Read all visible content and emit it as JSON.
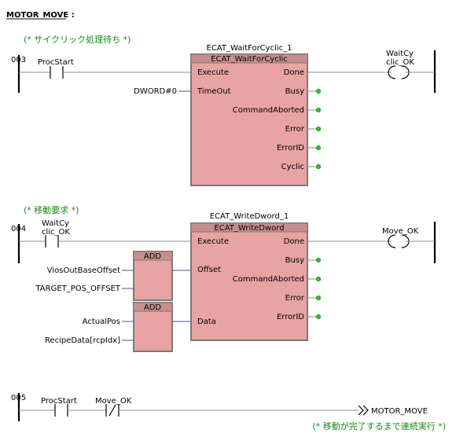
{
  "program_title": "MOTOR_MOVE :",
  "rungs": [
    {
      "number": "003",
      "comment": "(* サイクリック処理待ち *)",
      "contact": "ProcStart",
      "fb": {
        "instance": "ECAT_WaitForCyclic_1",
        "type": "ECAT_WaitForCyclic",
        "inputs": [
          "Execute",
          "TimeOut"
        ],
        "outputs": [
          "Done",
          "Busy",
          "CommandAborted",
          "Error",
          "ErrorID",
          "Cyclic"
        ],
        "timeout_value": "DWORD#0"
      },
      "coil": "WaitCy\nclic_OK"
    },
    {
      "number": "004",
      "comment": "(* 移動要求 *)",
      "contact": "WaitCy\nclic_OK",
      "fb": {
        "instance": "ECAT_WriteDword_1",
        "type": "ECAT_WriteDword",
        "inputs": [
          "Execute",
          "Offset",
          "Data"
        ],
        "outputs": [
          "Done",
          "Busy",
          "CommandAborted",
          "Error",
          "ErrorID"
        ]
      },
      "add_blocks": [
        {
          "label": "ADD",
          "inputs": [
            "ViosOutBaseOffset",
            "TARGET_POS_OFFSET"
          ]
        },
        {
          "label": "ADD",
          "inputs": [
            "ActualPos",
            "RecipeData[rcpIdx]"
          ]
        }
      ],
      "coil": "Move_OK"
    },
    {
      "number": "005",
      "contact1": "ProcStart",
      "contact2": "Move_OK",
      "jump_target": "MOTOR_MOVE",
      "comment": "(* 移動が完了するまで連続実行 *)"
    }
  ],
  "colors": {
    "block_fill": "#e8a3a3",
    "block_header": "#c98f8f",
    "comment": "#1a8a1a",
    "output_dot": "#22cc22"
  }
}
